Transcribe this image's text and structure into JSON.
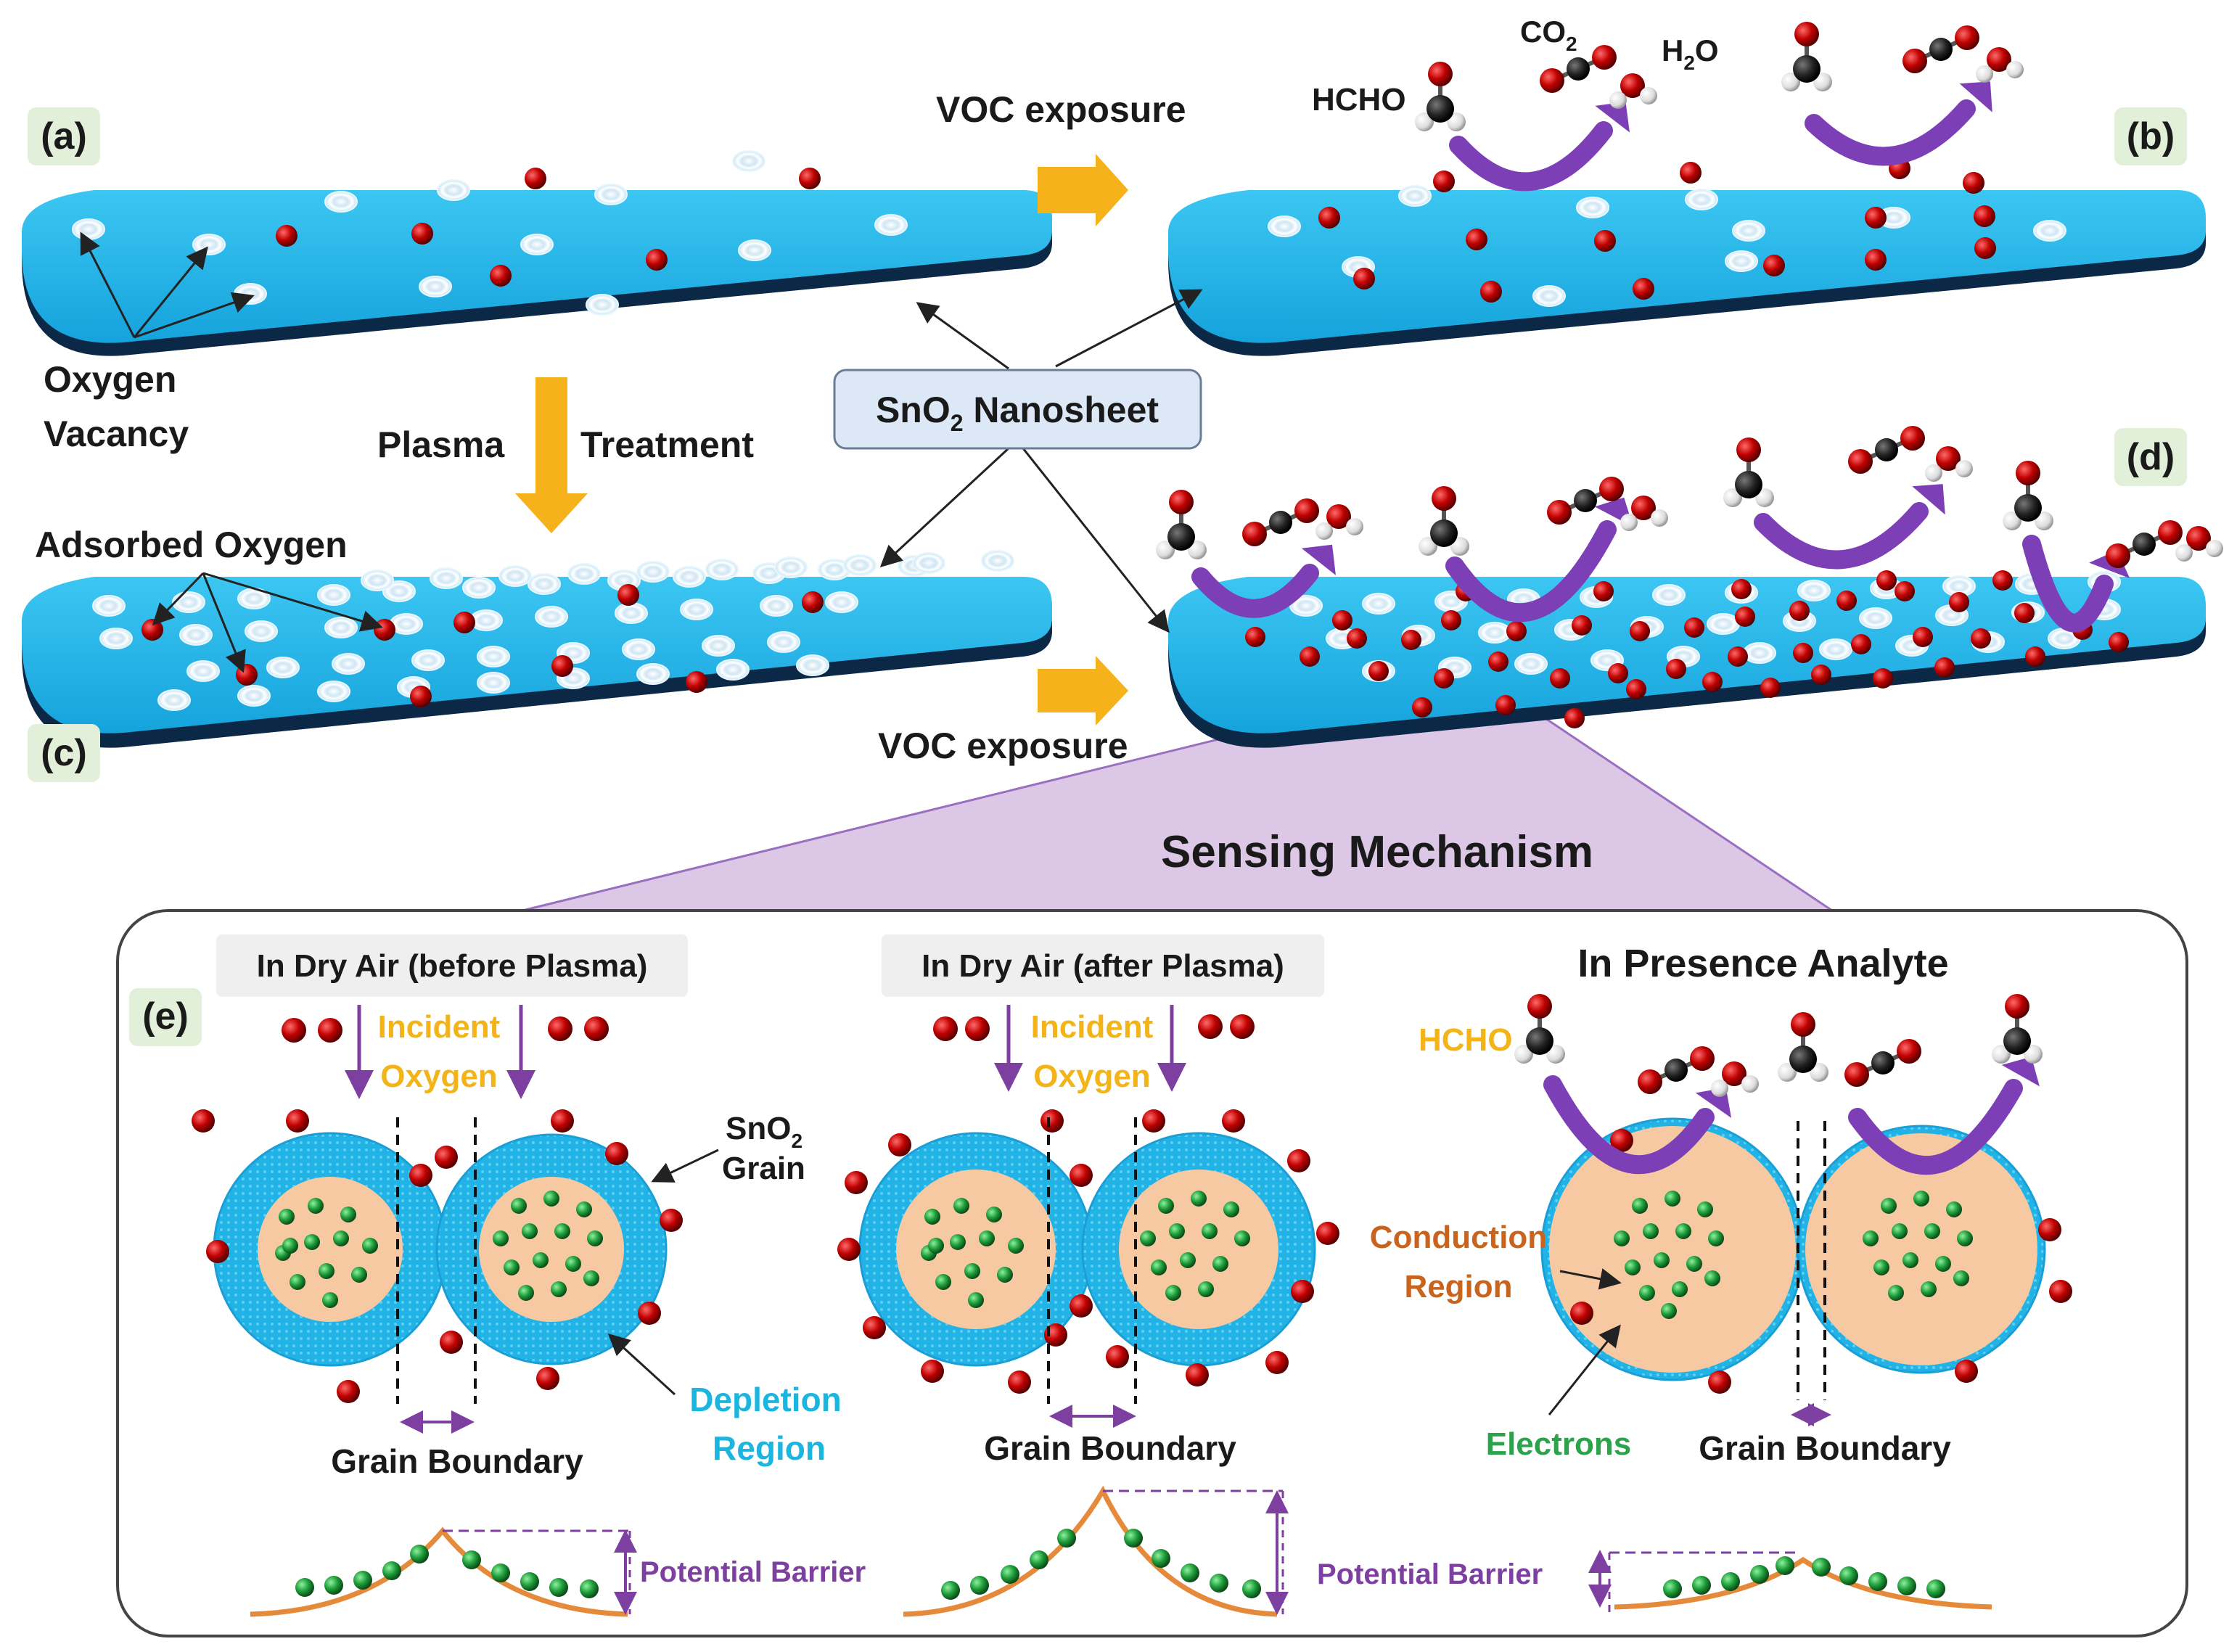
{
  "panel_labels": {
    "a": "(a)",
    "b": "(b)",
    "c": "(c)",
    "d": "(d)",
    "e": "(e)"
  },
  "labels": {
    "voc_exposure_top": "VOC exposure",
    "voc_exposure_bottom": "VOC exposure",
    "hcho_top": "HCHO",
    "co2_prefix": "CO",
    "co2_sub": "2",
    "h2o_prefix": "H",
    "h2o_sub": "2",
    "h2o_suffix": "O",
    "oxygen": "Oxygen",
    "vacancy": "Vacancy",
    "plasma": "Plasma",
    "treatment": "Treatment",
    "nanosheet_prefix": "SnO",
    "nanosheet_sub": "2",
    "nanosheet_suffix": " Nanosheet",
    "adsorbed_oxygen": "Adsorbed Oxygen",
    "sensing_mechanism": "Sensing Mechanism",
    "dry_air_before": "In Dry Air (before Plasma)",
    "dry_air_after": "In Dry Air (after Plasma)",
    "presence_analyte": "In Presence Analyte",
    "incident": "Incident",
    "oxygen_e": "Oxygen",
    "grain_prefix": "SnO",
    "grain_sub": "2",
    "grain_word": "Grain",
    "depletion": "Depletion",
    "region": "Region",
    "grain_boundary": "Grain Boundary",
    "potential_barrier": "Potential Barrier",
    "hcho_e": "HCHO",
    "conduction": "Conduction",
    "conduction_region": "Region",
    "electrons": "Electrons"
  },
  "colors": {
    "sheet": "#1eb4ec",
    "sheet_edge": "#0a2a4a",
    "oxygen_atom": "#c00000",
    "vacancy": "#e8f4fb",
    "arrow_orange": "#f5b21b",
    "arrow_purple": "#7d3fb5",
    "core": "#f6c9a3",
    "electron": "#1f9d3a",
    "label_orange": "#f2b418",
    "label_cyan": "#1bb6e0",
    "label_brown": "#c8641e",
    "label_green": "#2aa34a",
    "label_purple": "#7d3fa0",
    "curve": "#e58a3a",
    "funnel": "#dcc8e6",
    "tag_bg": "#e2efd9"
  }
}
